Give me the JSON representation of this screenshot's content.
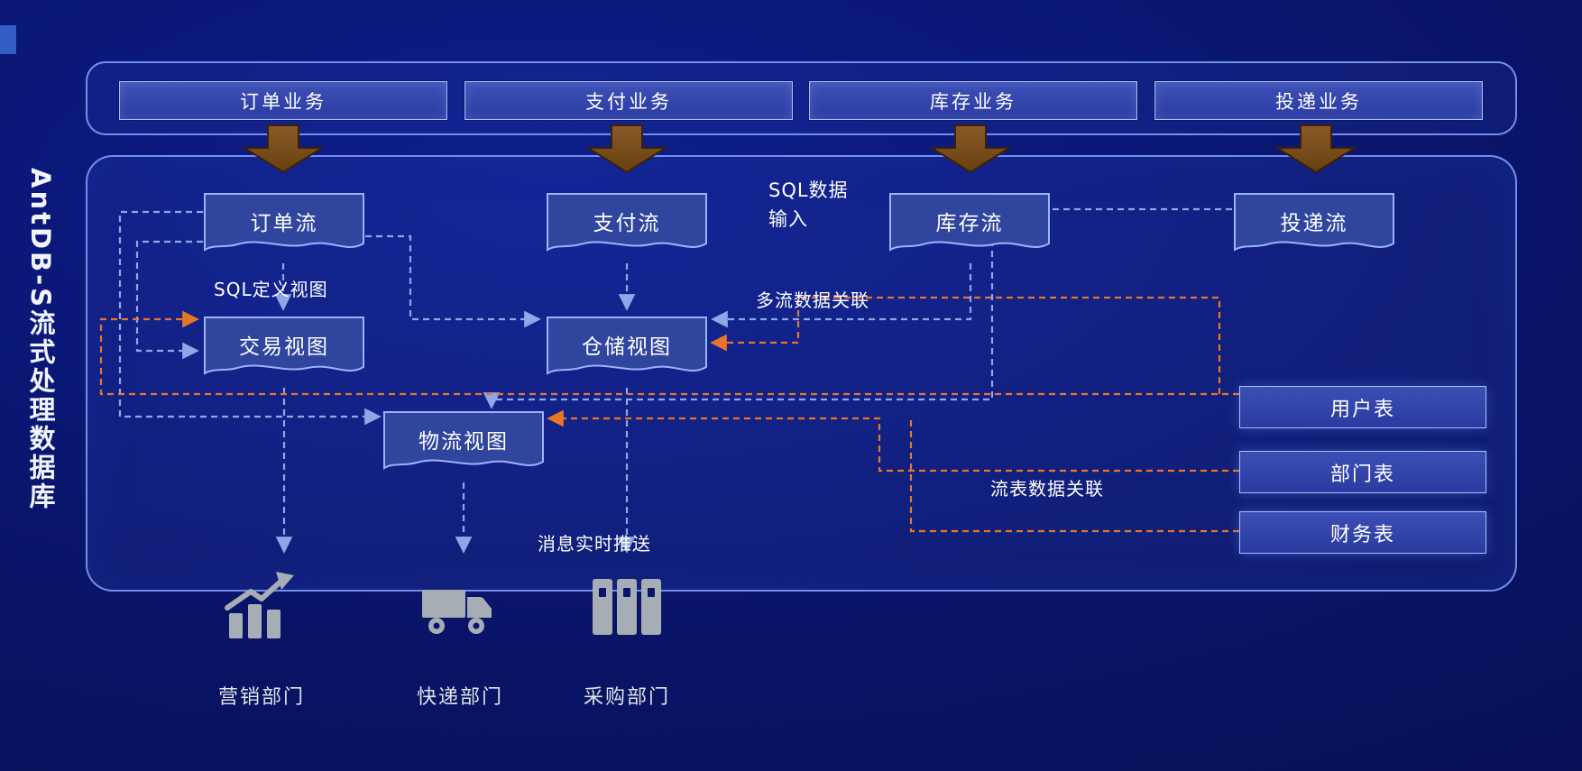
{
  "title": "AntDB-S流式处理数据库",
  "top_businesses": [
    {
      "label": "订单业务"
    },
    {
      "label": "支付业务"
    },
    {
      "label": "库存业务"
    },
    {
      "label": "投递业务"
    }
  ],
  "streams": [
    {
      "label": "订单流"
    },
    {
      "label": "支付流"
    },
    {
      "label": "库存流"
    },
    {
      "label": "投递流"
    }
  ],
  "views": [
    {
      "label": "交易视图"
    },
    {
      "label": "仓储视图"
    },
    {
      "label": "物流视图"
    }
  ],
  "tables": [
    {
      "label": "用户表"
    },
    {
      "label": "部门表"
    },
    {
      "label": "财务表"
    }
  ],
  "annotations": {
    "sql_input": "SQL数据输入",
    "sql_define_view": "SQL定义视图",
    "multi_stream_join": "多流数据关联",
    "stream_table_join": "流表数据关联",
    "realtime_push": "消息实时推送"
  },
  "departments": [
    {
      "label": "营销部门",
      "icon": "chart-icon"
    },
    {
      "label": "快递部门",
      "icon": "truck-icon"
    },
    {
      "label": "采购部门",
      "icon": "archive-icon"
    }
  ],
  "colors": {
    "background": "#091466",
    "panel_border": "#86a3fa",
    "node_fill": "#30459e",
    "node_border": "#9db1ff",
    "dashed_blue": "#8fa6e8",
    "dashed_orange": "#e8762a",
    "arrow_brown": "#7d4a1f",
    "department_gray": "#a6adb5"
  }
}
